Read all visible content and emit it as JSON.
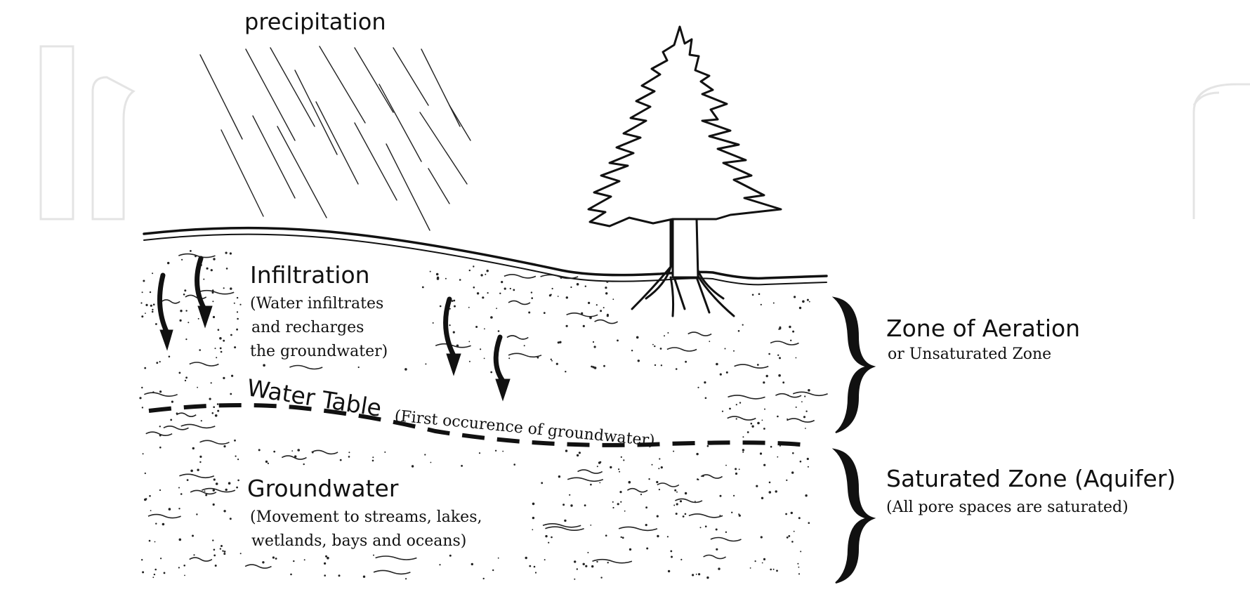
{
  "labels": {
    "precipitation": "precipitation",
    "infiltration_heading": "Infiltration",
    "infiltration_line1": "(Water infiltrates",
    "infiltration_line2": "and recharges",
    "infiltration_line3": "the groundwater)",
    "water_table": "Water Table",
    "water_table_note": "(First occurence of groundwater)",
    "groundwater_heading": "Groundwater",
    "groundwater_line1": "(Movement to streams, lakes,",
    "groundwater_line2": "wetlands, bays and oceans)",
    "zone_aeration": "Zone of Aeration",
    "zone_aeration_sub": "or Unsaturated Zone",
    "saturated_zone": "Saturated Zone (Aquifer)",
    "saturated_zone_sub": "(All pore spaces are saturated)"
  },
  "colors": {
    "ink": "#111111",
    "background": "#ffffff",
    "watermark": "#e4e4e4"
  }
}
